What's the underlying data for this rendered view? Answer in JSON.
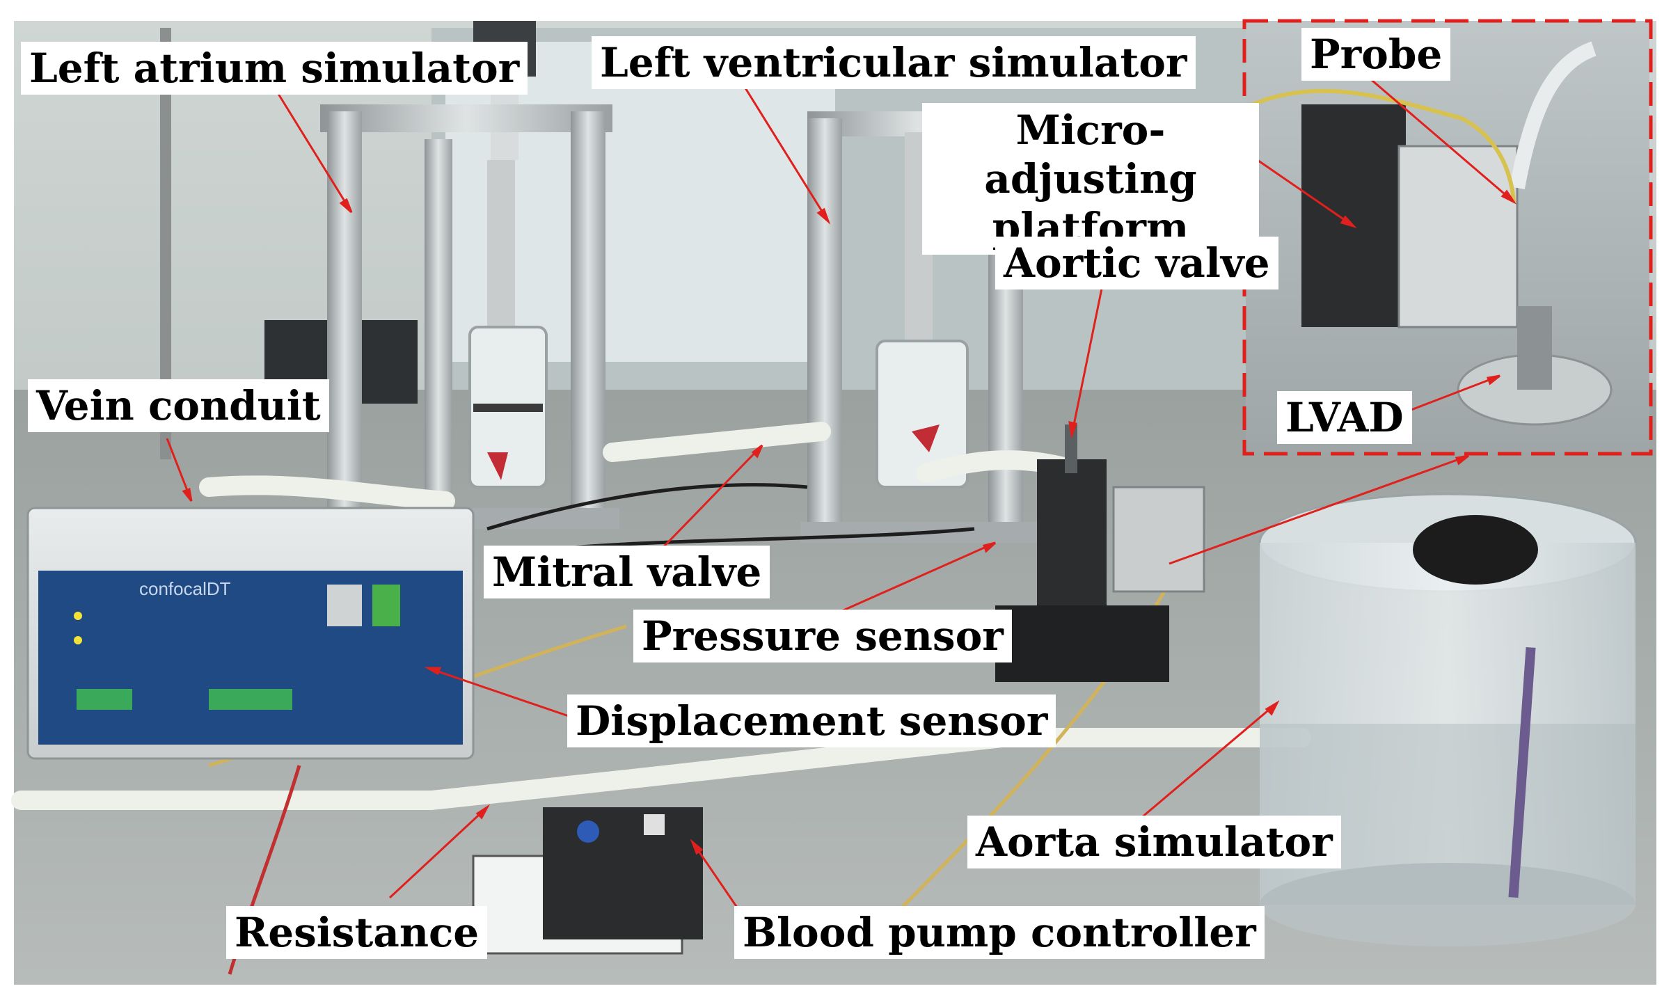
{
  "labels": {
    "left_atrium": "Left atrium simulator",
    "left_ventricular": "Left ventricular simulator",
    "probe": "Probe",
    "micro_adjusting_1": "Micro-adjusting",
    "micro_adjusting_2": "platform",
    "aortic_valve": "Aortic valve",
    "lvad": "LVAD",
    "vein_conduit": "Vein conduit",
    "mitral_valve": "Mitral valve",
    "pressure_sensor": "Pressure sensor",
    "displacement_sensor": "Displacement sensor",
    "aorta_simulator": "Aorta simulator",
    "resistance": "Resistance",
    "blood_pump_controller": "Blood pump controller"
  },
  "device_text": {
    "controller_brand": "confocalDT"
  },
  "colors": {
    "annotation_arrow": "#e0201c",
    "inset_border": "#e0201c"
  }
}
